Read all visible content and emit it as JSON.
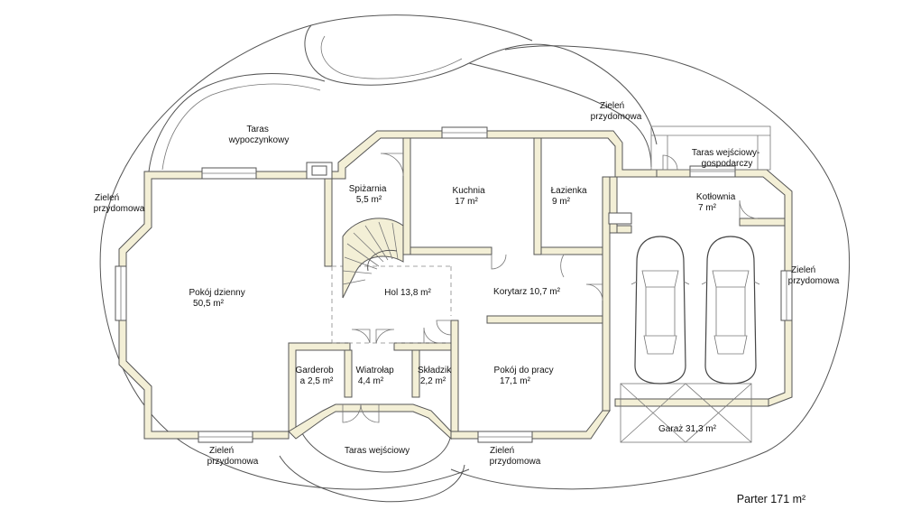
{
  "title": "Parter 171 m²",
  "rooms": {
    "taras_wypoczynkowy": [
      "Taras",
      "wypoczynkowy"
    ],
    "zielen_top": [
      "Zieleń",
      "przydomowa"
    ],
    "taras_wejsciowy_gosp": [
      "Taras wejściowy-",
      "gospodarczy"
    ],
    "zielen_left": [
      "Zieleń",
      "przydomowa"
    ],
    "zielen_right": [
      "Zieleń",
      "przydomowa"
    ],
    "zielen_bottom_left": [
      "Zieleń",
      "przydomowa"
    ],
    "zielen_bottom_mid": [
      "Zieleń",
      "przydomowa"
    ],
    "spizarnia": [
      "Spiżarnia",
      "5,5 m²"
    ],
    "kuchnia": [
      "Kuchnia",
      "17 m²"
    ],
    "lazienka": [
      "Łazienka",
      "9 m²"
    ],
    "kotlownia": [
      "Kotłownia",
      "7 m²"
    ],
    "pokoj_dzienny": [
      "Pokój dzienny",
      "50,5 m²"
    ],
    "hol": [
      "Hol 13,8 m²"
    ],
    "korytarz": [
      "Korytarz 10,7 m²"
    ],
    "garderoba": [
      "Garderob",
      "a 2,5 m²"
    ],
    "wiatrolap": [
      "Wiatrołap",
      "4,4 m²"
    ],
    "skladzik": [
      "Składzik",
      "2,2 m²"
    ],
    "pokoj_do_pracy": [
      "Pokój do pracy",
      "17,1 m²"
    ],
    "garaz": [
      "Garaż 31,3 m²"
    ],
    "taras_wejsciowy": [
      "Taras wejściowy"
    ]
  }
}
